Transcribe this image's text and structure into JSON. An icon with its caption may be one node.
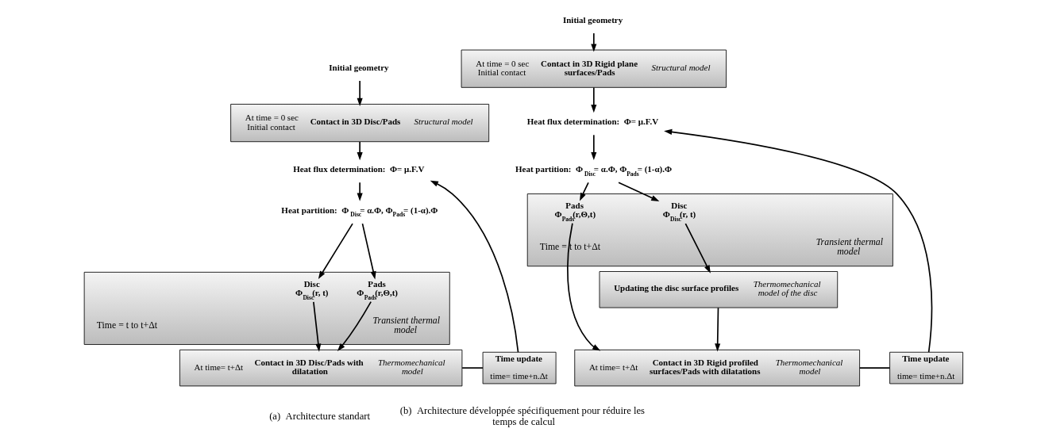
{
  "diagram": {
    "nodes": [
      {
        "text": [
          "Initial geometry"
        ]
      },
      {
        "text": [
          "At time = 0 sec Initial contact",
          "Contact in 3D Disc/Pads",
          "Structural model"
        ]
      },
      {
        "text": [
          "Heat flux determination:  Φ= μ.F.V"
        ]
      },
      {
        "text": [
          "Heat partition:  Φ$_{Disc}$= α.Φ, Φ$_{Pads}$= (1-α).Φ"
        ]
      },
      {
        "text": [
          "Time = t to t+Δt",
          "Transient thermal model"
        ]
      },
      {
        "text": [
          "Pads",
          "Φ$_{Pads}$(r,Θ,t)"
        ],
        "in": 4
      },
      {
        "text": [
          "Disc",
          "Φ$_{Disc}$(r, t)"
        ],
        "in": 4
      },
      {
        "text": [
          "At time= t+Δt",
          "Contact in 3D Disc/Pads with dilatation",
          "Thermomechanical model"
        ]
      },
      {
        "text": [
          "Time update",
          "time= time+n.Δt"
        ]
      },
      {
        "text": [
          "Initial geometry"
        ]
      },
      {
        "text": [
          "At time = 0 sec Initial contact",
          "Contact in 3D Rigid plane surfaces/Pads",
          "Structural model"
        ]
      },
      {
        "text": [
          "Heat flux determination:  Φ= μ.F.V"
        ]
      },
      {
        "text": [
          "Heat partition:  Φ$_{Disc}$= α.Φ, Φ$_{Pads}$= (1-α).Φ"
        ]
      },
      {
        "text": [
          "Time = t to t+Δt",
          "Transient thermal model"
        ]
      },
      {
        "text": [
          "Pads",
          "Φ$_{Pads}$(r,Θ,t)"
        ],
        "in": 13
      },
      {
        "text": [
          "Disc",
          "Φ$_{Disc}$(r, t)"
        ],
        "in": 13
      },
      {
        "text": [
          "Updating the disc surface profiles",
          "Thermomechanical model of the disc"
        ]
      },
      {
        "text": [
          "At time= t+Δt",
          "Contact in 3D Rigid profiled surfaces/Pads with dilatations",
          "Thermomechanical model"
        ]
      },
      {
        "text": [
          "Time update",
          "time= time+n.Δt"
        ]
      }
    ],
    "edges": [
      {
        "from": 0,
        "to": 1,
        "arrow": "to"
      },
      {
        "from": 1,
        "to": 2,
        "arrow": "to"
      },
      {
        "from": 2,
        "to": 3,
        "arrow": "to"
      },
      {
        "from": 3,
        "to": 5,
        "arrow": "to"
      },
      {
        "from": 3,
        "to": 6,
        "arrow": "to"
      },
      {
        "from": 5,
        "to": 7,
        "arrow": "to"
      },
      {
        "from": 6,
        "to": 7,
        "arrow": "to"
      },
      {
        "from": 7,
        "to": 8,
        "arrow": "none"
      },
      {
        "from": 8,
        "to": 2,
        "arrow": "to"
      },
      {
        "from": 9,
        "to": 10,
        "arrow": "to"
      },
      {
        "from": 10,
        "to": 11,
        "arrow": "to"
      },
      {
        "from": 11,
        "to": 12,
        "arrow": "to"
      },
      {
        "from": 12,
        "to": 14,
        "arrow": "to"
      },
      {
        "from": 12,
        "to": 15,
        "arrow": "to"
      },
      {
        "from": 14,
        "to": 17,
        "arrow": "to"
      },
      {
        "from": 15,
        "to": 16,
        "arrow": "to"
      },
      {
        "from": 16,
        "to": 17,
        "arrow": "to"
      },
      {
        "from": 17,
        "to": 18,
        "arrow": "none"
      },
      {
        "from": 18,
        "to": 11,
        "arrow": "to"
      }
    ],
    "labels": [
      "(a)  Architecture standart",
      "(b)  Architecture développée spécifiquement pour réduire les temps de calcul"
    ]
  }
}
